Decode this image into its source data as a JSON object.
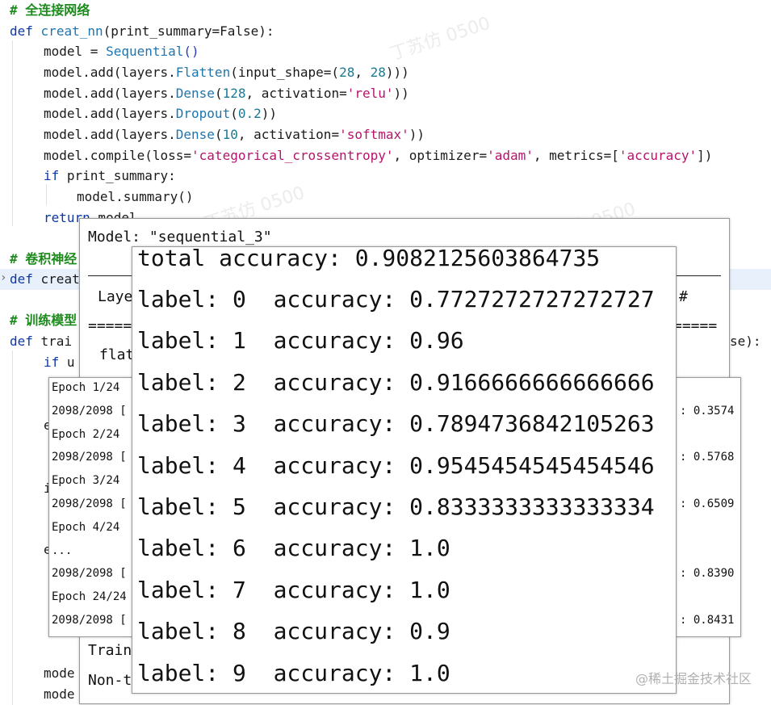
{
  "editor": {
    "comment_fc": "# 全连接网络",
    "def_kw": "def",
    "func_creat_nn": "creat_nn",
    "func_creat_nn_args": "(print_summary=False):",
    "line_model": "model = ",
    "seq_class": "Sequential",
    "seq_parens": "()",
    "add_flatten_pre": "model.add(layers.",
    "flatten": "Flatten",
    "flatten_args": "(input_shape=(",
    "num_28a": "28",
    "comma_space": ", ",
    "num_28b": "28",
    "flatten_close": ")))",
    "add_dense1_pre": "model.add(layers.",
    "dense": "Dense",
    "dense1_open": "(",
    "num_128": "128",
    "dense1_mid": ", activation=",
    "str_relu": "'relu'",
    "dense1_close": "))",
    "add_dropout_pre": "model.add(layers.",
    "dropout": "Dropout",
    "dropout_open": "(",
    "num_02": "0.2",
    "dropout_close": "))",
    "add_dense2_pre": "model.add(layers.",
    "dense2": "Dense",
    "dense2_open": "(",
    "num_10": "10",
    "dense2_mid": ", activation=",
    "str_softmax": "'softmax'",
    "dense2_close": "))",
    "compile_pre": "model.compile(loss=",
    "str_loss": "'categorical_crossentropy'",
    "compile_mid1": ", optimizer=",
    "str_adam": "'adam'",
    "compile_mid2": ", metrics=[",
    "str_accuracy": "'accuracy'",
    "compile_close": "])",
    "if_kw": "if",
    "if_cond": " print_summary:",
    "summary_call": "model.summary()",
    "return_kw": "return",
    "return_rest": " model",
    "comment_cnn": "# 卷积神经",
    "def_kw2": "def",
    "func_creat2": " creat",
    "comment_train": "# 训练模型",
    "def_kw3": "def",
    "func_train": " trai",
    "train_tail": "se):",
    "if_kw2": "if",
    "if_rest": " u",
    "model_tail1": "mode",
    "model_tail2": "mode",
    "stub_e1": "e",
    "stub_i": "i",
    "stub_e2": "e"
  },
  "model_summary": {
    "title": "Model: \"sequential_3\"",
    "layer_header": "Laye",
    "param_header": "#",
    "eq_left": "=====",
    "eq_right": "=====",
    "flat_row": "flat",
    "trainable": "Train",
    "non_trainable": "Non-t"
  },
  "training_log": {
    "rows": [
      {
        "label": "Epoch 1/24",
        "metric": ""
      },
      {
        "label": "2098/2098 [",
        "metric": ": 0.3574"
      },
      {
        "label": "Epoch 2/24",
        "metric": ""
      },
      {
        "label": "2098/2098 [",
        "metric": ": 0.5768"
      },
      {
        "label": "Epoch 3/24",
        "metric": ""
      },
      {
        "label": "2098/2098 [",
        "metric": ": 0.6509"
      },
      {
        "label": "Epoch 4/24",
        "metric": ""
      },
      {
        "label": "...",
        "metric": ""
      },
      {
        "label": "2098/2098 [",
        "metric": ": 0.8390"
      },
      {
        "label": "Epoch 24/24",
        "metric": ""
      },
      {
        "label": "2098/2098 [",
        "metric": ": 0.8431"
      }
    ]
  },
  "accuracy_output": {
    "total": "total accuracy: 0.9082125603864735",
    "labels": [
      "label: 0  accuracy: 0.7727272727272727",
      "label: 1  accuracy: 0.96",
      "label: 2  accuracy: 0.9166666666666666",
      "label: 3  accuracy: 0.7894736842105263",
      "label: 4  accuracy: 0.9545454545454546",
      "label: 5  accuracy: 0.8333333333333334",
      "label: 6  accuracy: 1.0",
      "label: 7  accuracy: 1.0",
      "label: 8  accuracy: 0.9",
      "label: 9  accuracy: 1.0"
    ]
  },
  "watermark": "@稀土掘金技术社区",
  "watermark_faint": "丁苏仿 0500"
}
